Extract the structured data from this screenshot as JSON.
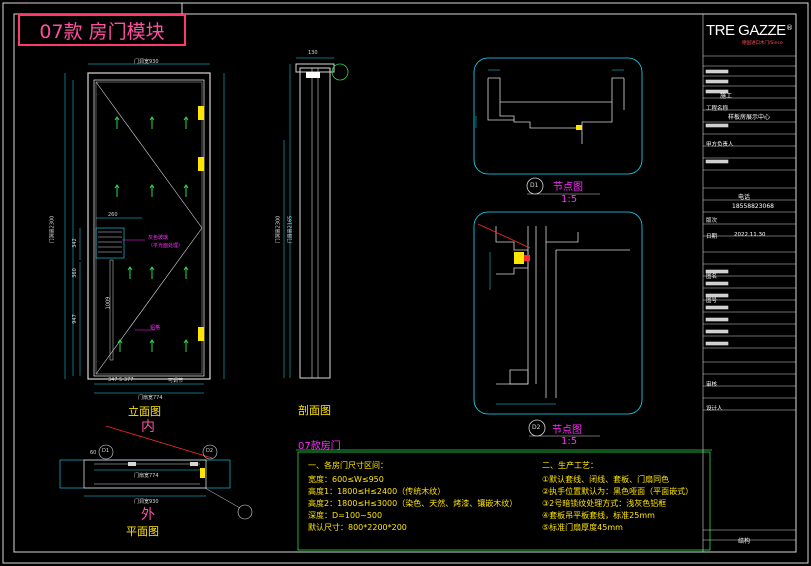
{
  "title": "07款 房门模块",
  "views": {
    "elevation": "立面图",
    "inside": "内",
    "section": "剖面图",
    "outside": "外",
    "plan": "平面图"
  },
  "node1": {
    "label": "节点图",
    "scale": "1:5",
    "marker": "D1"
  },
  "node2": {
    "label": "节点图",
    "scale": "1:5",
    "marker": "D2"
  },
  "elevation_dims": {
    "opening_width": "门洞宽930",
    "opening_height": "门洞高2300",
    "total_width": "门扇宽774",
    "sub_width": "347    5     377",
    "handle_width": "260",
    "glass_note": "灰色玻璃",
    "glass_note2": "（平光面处理）",
    "hinge_note": "铝格",
    "dim_342": "342",
    "dim_360": "360",
    "dim_947": "947",
    "dim_1009": "1009",
    "frame_dim": "可调节"
  },
  "section_dims": {
    "top": "130",
    "height1": "门洞高2300",
    "height2": "门扇高2165"
  },
  "plan_dims": {
    "frame_left": "60",
    "opening": "门洞宽930",
    "leaf": "门扇宽774",
    "marker_d1": "D1",
    "marker_d2": "D2"
  },
  "spec": {
    "heading": "07款房门",
    "sec1_title": "一、各房门尺寸区间：",
    "sec1_lines": [
      "宽度：600≤W≤950",
      "高度1：1800≤H≤2400（传统木纹）",
      "高度2：1800≤H≤3000（染色、天然、烤漆、镶嵌木纹）",
      "深度：D=100~500",
      "默认尺寸：800*2200*200"
    ],
    "sec2_title": "二、生产工艺：",
    "sec2_lines": [
      "①默认套线、闭线、套板、门扇同色",
      "②执手位置默认为：黑色哑面（平面嵌式）",
      "③2号暗锁纹处理方式：浅灰色铝框",
      "④套板吊平板套线，标准25mm",
      "⑤标准门扇厚度45mm"
    ]
  },
  "titleblock": {
    "logo": "TRE GAZZE",
    "logo_reg": "®",
    "logo_sub": "德国进口木门/Since",
    "rows": [
      "",
      "",
      "",
      "施工",
      "",
      "",
      "",
      "",
      "",
      "",
      "",
      "",
      "",
      "",
      "",
      "",
      "",
      "",
      "",
      "",
      "",
      "",
      "",
      "",
      "",
      "",
      "",
      "",
      "",
      "",
      "",
      "",
      ""
    ],
    "project": "施工",
    "proj_label": "工程名称",
    "designer": "样板房展示中心",
    "owner": "甲方负责人",
    "phone_label": "电话",
    "phone": "18558823068",
    "date_label": "日期",
    "date": "2022.11.30",
    "ver": "版次",
    "draw_name": "图名",
    "draw_no": "图号",
    "checker": "审核",
    "drafter": "设计人",
    "last": "结构"
  },
  "colors": {
    "cad_line": "#d8d8d8",
    "cyan": "#18e0ff",
    "magenta": "#ff2aff",
    "green": "#2ad84a",
    "yellow": "#ffe600",
    "red": "#ff2a2a"
  }
}
